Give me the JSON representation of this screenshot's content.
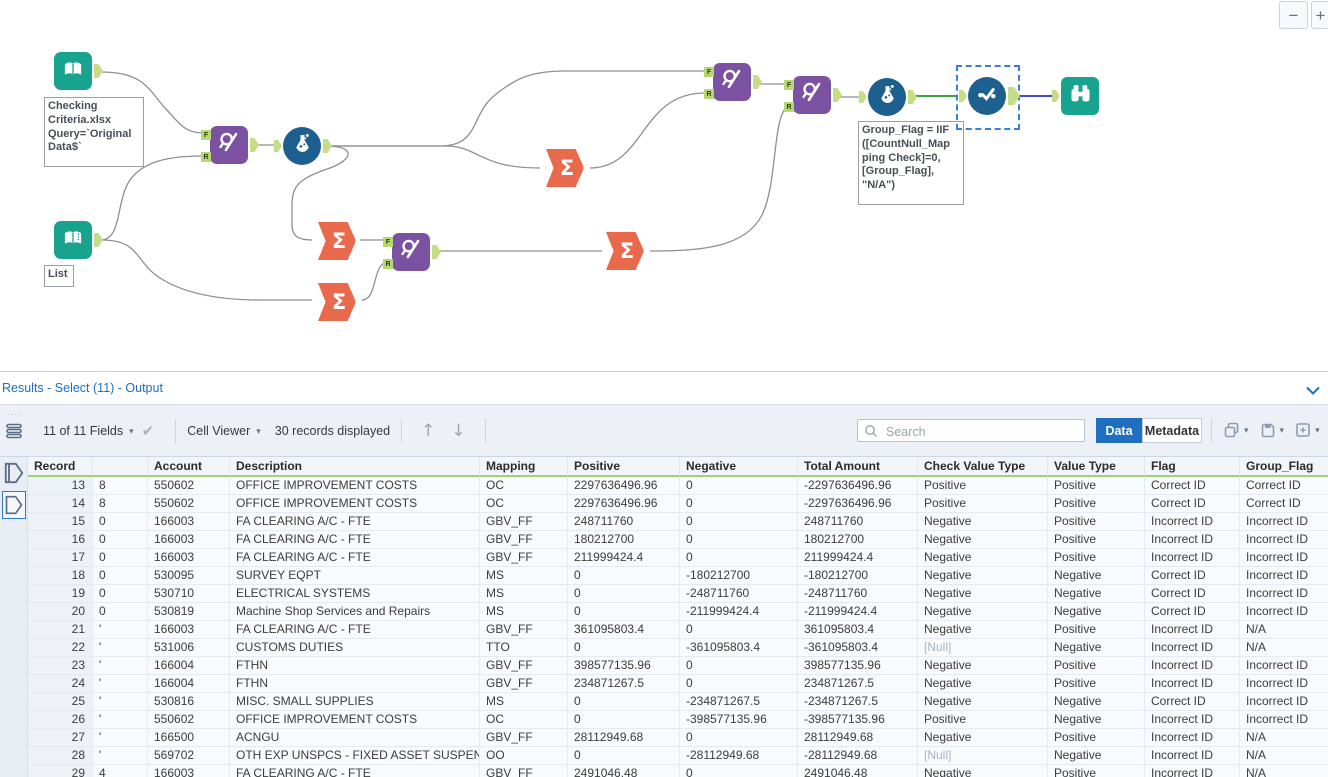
{
  "canvas": {
    "zoom_out": "−",
    "zoom_in": "+",
    "icons": {
      "sigma": "Σ"
    },
    "anchor_labels": {
      "find": "F",
      "replace": "R"
    },
    "annotations": {
      "input1": "Checking\nCriteria.xlsx\nQuery=`Original\nData$`",
      "input2": "List",
      "formula2": "Group_Flag = IIF\n([CountNull_Map\nping Check]=0,\n[Group_Flag],\n\"N/A\")"
    }
  },
  "results": {
    "title": "Results - Select (11) - Output",
    "toolbar": {
      "fields_label": "11 of 11 Fields",
      "fields_check": "✔",
      "caret": "▾",
      "cell_viewer_label": "Cell Viewer",
      "records_label": "30 records displayed",
      "arrow_up": "↑",
      "arrow_down": "↓",
      "search_placeholder": "Search",
      "tabs": [
        {
          "label": "Data"
        },
        {
          "label": "Metadata"
        }
      ]
    },
    "table": {
      "columns": [
        "Record",
        "",
        "Account",
        "Description",
        "Mapping",
        "Positive",
        "Negative",
        "Total Amount",
        "Check Value Type",
        "Value Type",
        "Flag",
        "Group_Flag"
      ],
      "rows": [
        [
          "13",
          "8",
          "550602",
          "OFFICE IMPROVEMENT COSTS",
          "OC",
          "2297636496.96",
          "0",
          "-2297636496.96",
          "Positive",
          "Positive",
          "Correct ID",
          "Correct ID"
        ],
        [
          "14",
          "8",
          "550602",
          "OFFICE IMPROVEMENT COSTS",
          "OC",
          "2297636496.96",
          "0",
          "-2297636496.96",
          "Positive",
          "Positive",
          "Correct ID",
          "Correct ID"
        ],
        [
          "15",
          "0",
          "166003",
          "FA CLEARING A/C - FTE",
          "GBV_FF",
          "248711760",
          "0",
          "248711760",
          "Negative",
          "Positive",
          "Incorrect ID",
          "Incorrect ID"
        ],
        [
          "16",
          "0",
          "166003",
          "FA CLEARING A/C - FTE",
          "GBV_FF",
          "180212700",
          "0",
          "180212700",
          "Negative",
          "Positive",
          "Incorrect ID",
          "Incorrect ID"
        ],
        [
          "17",
          "0",
          "166003",
          "FA CLEARING A/C - FTE",
          "GBV_FF",
          "211999424.4",
          "0",
          "211999424.4",
          "Negative",
          "Positive",
          "Incorrect ID",
          "Incorrect ID"
        ],
        [
          "18",
          "0",
          "530095",
          "SURVEY EQPT",
          "MS",
          "0",
          "-180212700",
          "-180212700",
          "Negative",
          "Negative",
          "Correct ID",
          "Incorrect ID"
        ],
        [
          "19",
          "0",
          "530710",
          "ELECTRICAL SYSTEMS",
          "MS",
          "0",
          "-248711760",
          "-248711760",
          "Negative",
          "Negative",
          "Correct ID",
          "Incorrect ID"
        ],
        [
          "20",
          "0",
          "530819",
          "Machine Shop Services and Repairs",
          "MS",
          "0",
          "-211999424.4",
          "-211999424.4",
          "Negative",
          "Negative",
          "Correct ID",
          "Incorrect ID"
        ],
        [
          "21",
          "'",
          "166003",
          "FA CLEARING A/C - FTE",
          "GBV_FF",
          "361095803.4",
          "0",
          "361095803.4",
          "Negative",
          "Positive",
          "Incorrect ID",
          "N/A"
        ],
        [
          "22",
          "'",
          "531006",
          "CUSTOMS DUTIES",
          "TTO",
          "0",
          "-361095803.4",
          "-361095803.4",
          "[Null]",
          "Negative",
          "Incorrect ID",
          "N/A"
        ],
        [
          "23",
          "'",
          "166004",
          "FTHN",
          "GBV_FF",
          "398577135.96",
          "0",
          "398577135.96",
          "Negative",
          "Positive",
          "Incorrect ID",
          "Incorrect ID"
        ],
        [
          "24",
          "'",
          "166004",
          "FTHN",
          "GBV_FF",
          "234871267.5",
          "0",
          "234871267.5",
          "Negative",
          "Positive",
          "Incorrect ID",
          "Incorrect ID"
        ],
        [
          "25",
          "'",
          "530816",
          "MISC. SMALL SUPPLIES",
          "MS",
          "0",
          "-234871267.5",
          "-234871267.5",
          "Negative",
          "Negative",
          "Correct ID",
          "Incorrect ID"
        ],
        [
          "26",
          "'",
          "550602",
          "OFFICE IMPROVEMENT COSTS",
          "OC",
          "0",
          "-398577135.96",
          "-398577135.96",
          "Positive",
          "Negative",
          "Incorrect ID",
          "Incorrect ID"
        ],
        [
          "27",
          "'",
          "166500",
          "ACNGU",
          "GBV_FF",
          "28112949.68",
          "0",
          "28112949.68",
          "Negative",
          "Positive",
          "Incorrect ID",
          "N/A"
        ],
        [
          "28",
          "'",
          "569702",
          "OTH EXP UNSPCS - FIXED ASSET SUSPENSE",
          "OO",
          "0",
          "-28112949.68",
          "-28112949.68",
          "[Null]",
          "Negative",
          "Incorrect ID",
          "N/A"
        ],
        [
          "29",
          "4",
          "166003",
          "FA CLEARING A/C - FTE",
          "GBV_FF",
          "2491046.48",
          "0",
          "2491046.48",
          "Negative",
          "Positive",
          "Incorrect ID",
          "N/A"
        ]
      ]
    }
  }
}
